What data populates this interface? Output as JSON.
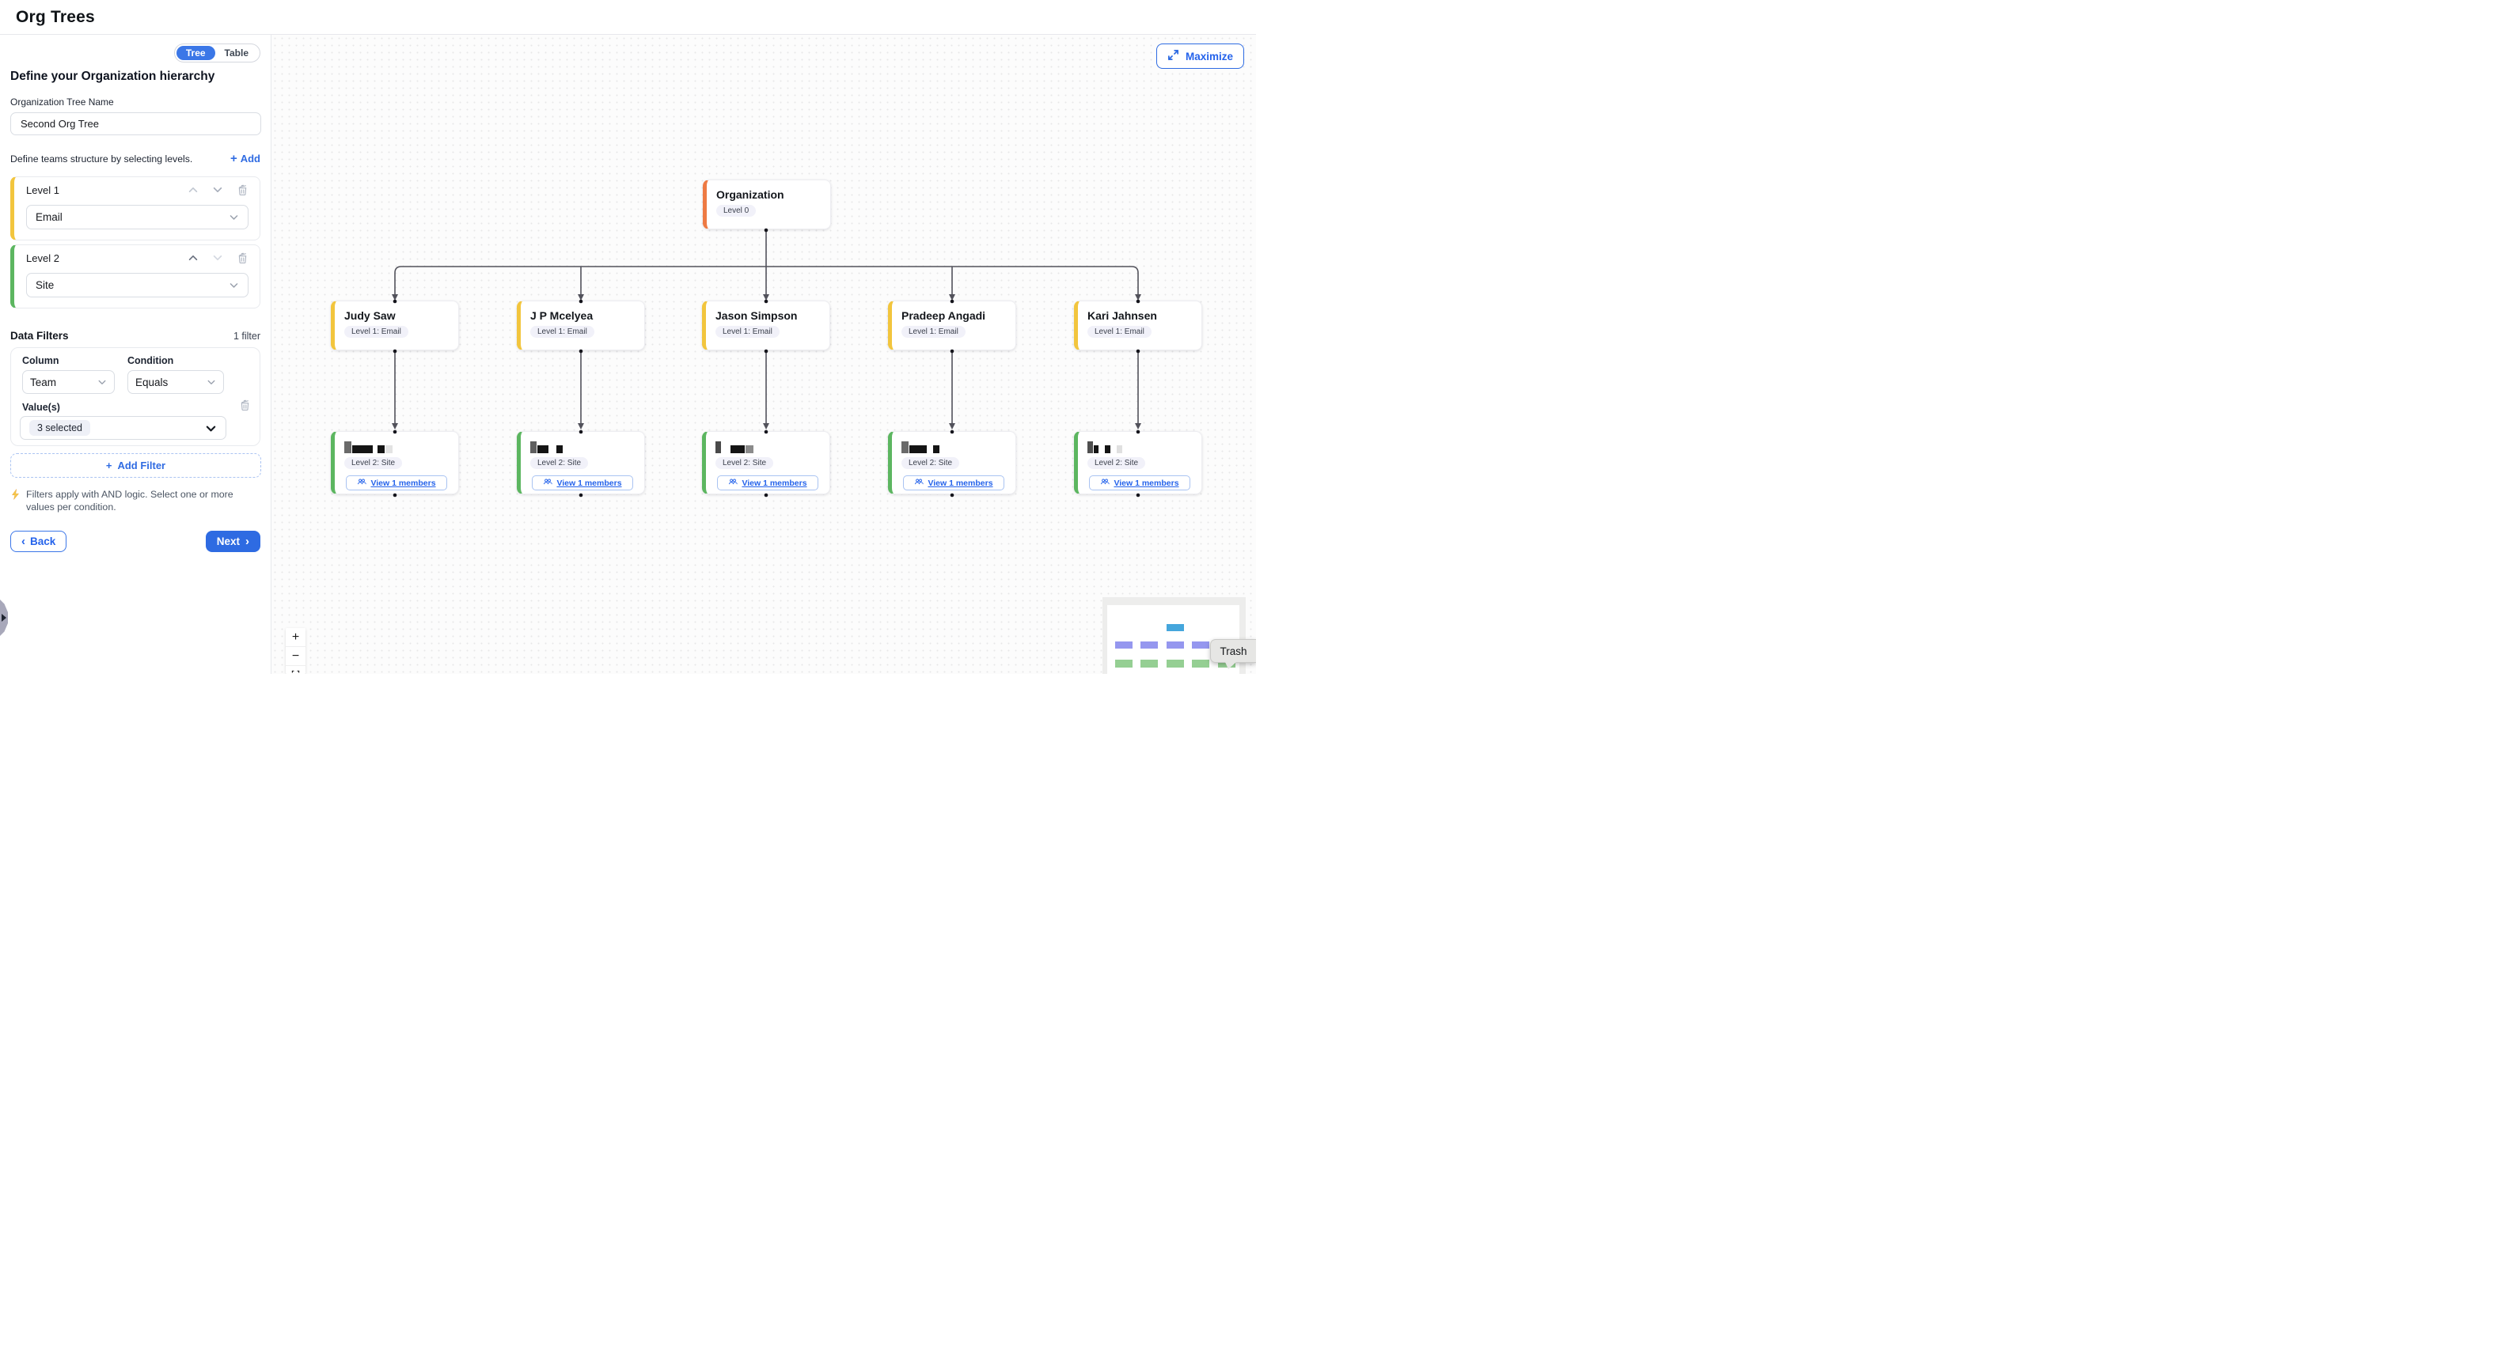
{
  "header": {
    "title": "Org Trees"
  },
  "sidebar": {
    "toggle": {
      "tree": "Tree",
      "table": "Table",
      "selected": "Tree"
    },
    "heading": "Define your Organization hierarchy",
    "tree_name_label": "Organization Tree Name",
    "tree_name_value": "Second Org Tree",
    "levels_hint": "Define teams structure by selecting levels.",
    "add_label": "Add",
    "levels": [
      {
        "label": "Level 1",
        "value": "Email",
        "color": "#f2c53d"
      },
      {
        "label": "Level 2",
        "value": "Site",
        "color": "#5cb660"
      }
    ],
    "filters": {
      "title": "Data Filters",
      "count": "1 filter",
      "column_label": "Column",
      "column_value": "Team",
      "condition_label": "Condition",
      "condition_value": "Equals",
      "values_label": "Value(s)",
      "values_value": "3 selected",
      "add_filter_label": "Add Filter",
      "note": "Filters apply with AND logic. Select one or more values per condition."
    },
    "back_label": "Back",
    "next_label": "Next"
  },
  "canvas": {
    "maximize_label": "Maximize",
    "root": {
      "title": "Organization",
      "badge": "Level 0",
      "color": "#ee7a43"
    },
    "children": [
      {
        "title": "Judy Saw",
        "badge": "Level 1: Email"
      },
      {
        "title": "J P Mcelyea",
        "badge": "Level 1: Email"
      },
      {
        "title": "Jason Simpson",
        "badge": "Level 1: Email"
      },
      {
        "title": "Pradeep Angadi",
        "badge": "Level 1: Email"
      },
      {
        "title": "Kari Jahnsen",
        "badge": "Level 1: Email"
      }
    ],
    "leaves": {
      "badge": "Level 2: Site",
      "button": "View 1 members"
    },
    "zoom": {
      "in": "+",
      "out": "−"
    },
    "tooltip": "Trash",
    "colors": {
      "accent": "#2e6be2",
      "minimap_root": "#45a6dc",
      "minimap_level1": "#9597ef",
      "minimap_level2": "#95cf93"
    }
  }
}
